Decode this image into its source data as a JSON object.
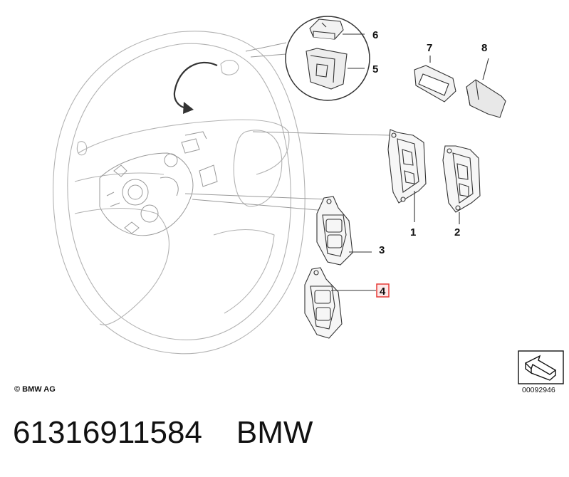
{
  "copyright": "© BMW AG",
  "figure_number": "00092946",
  "part_number": "61316911584",
  "brand": "BMW",
  "highlighted_callout": "4",
  "callouts": [
    "1",
    "2",
    "3",
    "4",
    "5",
    "6",
    "7",
    "8"
  ],
  "colors": {
    "line": "#9a9a9a",
    "dark_line": "#333333",
    "highlight": "#e53935",
    "highlight_bg": "#fde8e8"
  }
}
